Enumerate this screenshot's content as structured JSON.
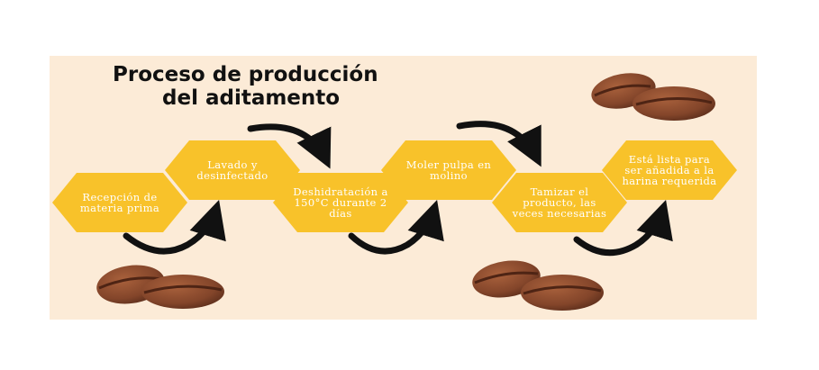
{
  "title": {
    "line1": "Proceso de producción",
    "line2": "del aditamento"
  },
  "steps": [
    "Recepción de materia prima",
    "Lavado y desinfectado",
    "Deshidratación a 150°C durante 2 días",
    "Moler pulpa en molino",
    "Tamizar el producto, las veces necesarias",
    "Está lista para ser añadida a la harina requerida"
  ],
  "colors": {
    "background": "#fcebd7",
    "hexagon": "#f8c22a",
    "arrow": "#111111",
    "bean": "#8a4a2c"
  },
  "icons": [
    "coffee-bean-icon",
    "curved-arrow-icon"
  ]
}
